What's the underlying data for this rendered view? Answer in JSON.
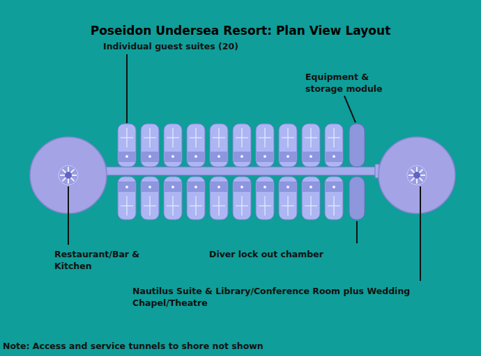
{
  "diagram": {
    "title": "Poseidon Undersea Resort: Plan View Layout",
    "labels": [
      "Individual guest suites (20)",
      "Equipment & storage module",
      "Restaurant/Bar & Kitchen",
      "Diver lock out chamber",
      "Nautilus Suite & Library/Conference Room plus Wedding Chapel/Theatre",
      "Note: Access and service tunnels to shore not shown"
    ]
  }
}
